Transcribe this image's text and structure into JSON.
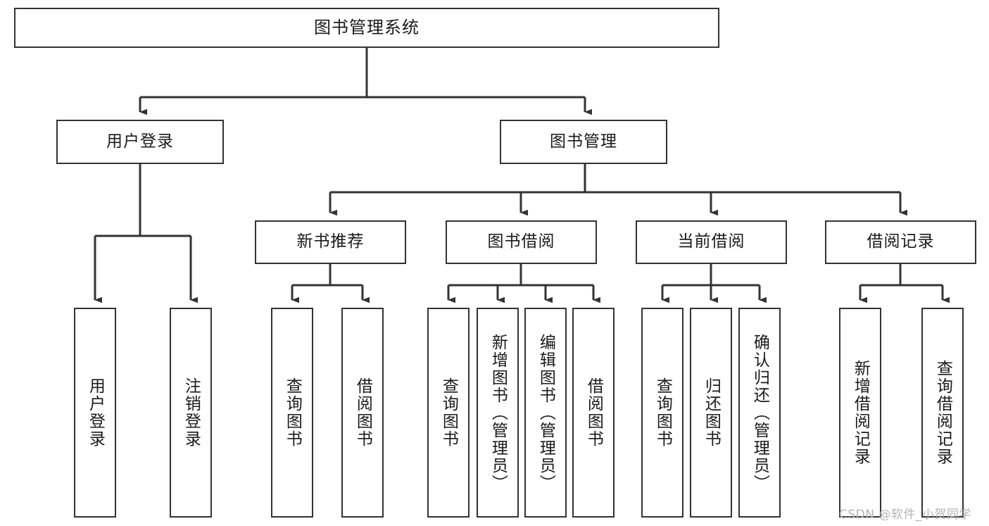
{
  "diagram": {
    "title": "图书管理系统",
    "watermark": "CSDN @软件_小贺同学",
    "style": {
      "border_color": "#333333",
      "fill_color": "#ffffff",
      "text_color": "#1a1a1a",
      "edge_color": "#333333",
      "watermark_color": "#b4b4b4"
    },
    "nodes": {
      "root": {
        "label": "图书管理系统"
      },
      "level2": [
        {
          "id": "user-login",
          "label": "用户登录"
        },
        {
          "id": "book-manage",
          "label": "图书管理"
        }
      ],
      "level3": [
        {
          "id": "new-book-rec",
          "label": "新书推荐"
        },
        {
          "id": "book-borrow",
          "label": "图书借阅"
        },
        {
          "id": "current-borrow",
          "label": "当前借阅"
        },
        {
          "id": "borrow-record",
          "label": "借阅记录"
        }
      ],
      "leaves": {
        "user-login": [
          {
            "id": "leaf-user-login",
            "label": "用户登录"
          },
          {
            "id": "leaf-logout",
            "label": "注销登录"
          }
        ],
        "new-book-rec": [
          {
            "id": "leaf-query-book-1",
            "label": "查询图书"
          },
          {
            "id": "leaf-borrow-book-1",
            "label": "借阅图书"
          }
        ],
        "book-borrow": [
          {
            "id": "leaf-query-book-2",
            "label": "查询图书"
          },
          {
            "id": "leaf-add-book",
            "label": "新增图书（管理员）"
          },
          {
            "id": "leaf-edit-book",
            "label": "编辑图书（管理员）"
          },
          {
            "id": "leaf-borrow-book-2",
            "label": "借阅图书"
          }
        ],
        "current-borrow": [
          {
            "id": "leaf-query-book-3",
            "label": "查询图书"
          },
          {
            "id": "leaf-return-book",
            "label": "归还图书"
          },
          {
            "id": "leaf-confirm-return",
            "label": "确认归还（管理员）"
          }
        ],
        "borrow-record": [
          {
            "id": "leaf-add-record",
            "label": "新增借阅记录"
          },
          {
            "id": "leaf-query-record",
            "label": "查询借阅记录"
          }
        ]
      }
    }
  }
}
